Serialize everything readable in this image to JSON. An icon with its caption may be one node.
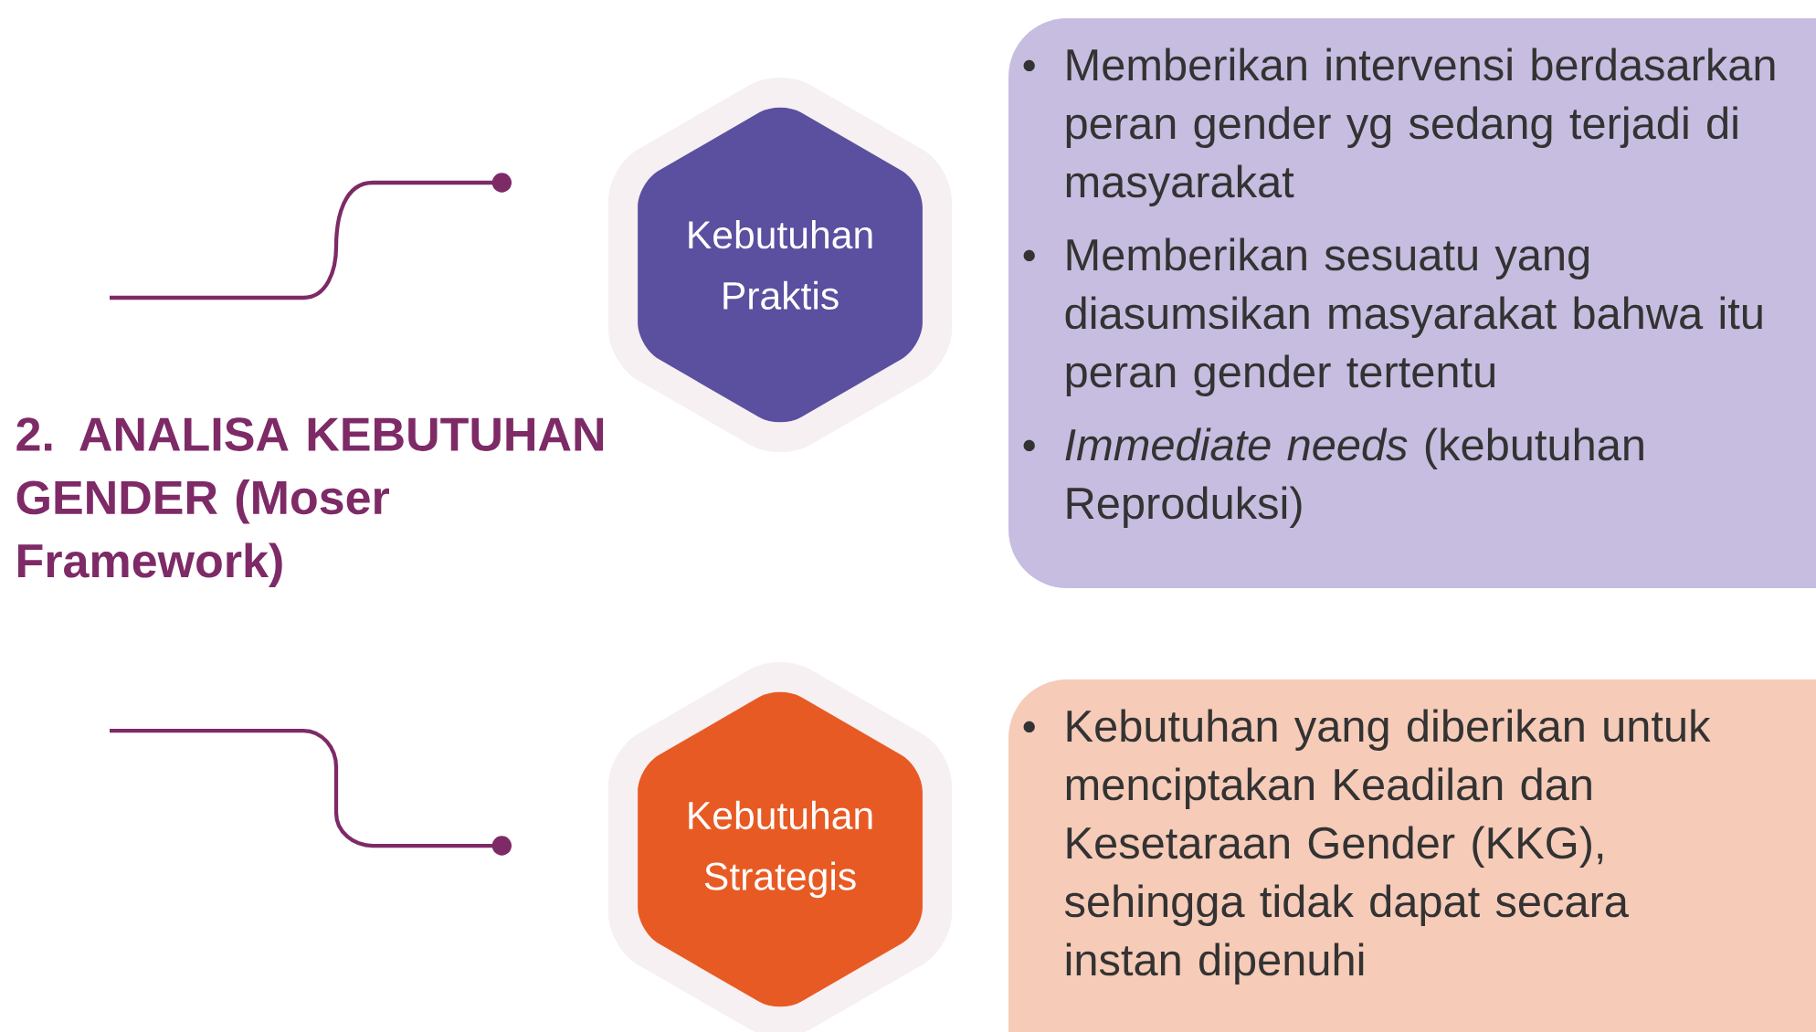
{
  "diagram": {
    "nodes": [
      {
        "text": [
          "2. ANALISA KEBUTUHAN GENDER (Moser Framework)"
        ]
      },
      {
        "text": [
          "Kebutuhan Praktis"
        ]
      },
      {
        "text": [
          "Memberikan intervensi berdasarkan peran gender yg sedang terjadi di masyarakat",
          "Memberikan sesuatu yang diasumsikan masyarakat bahwa itu peran gender tertentu",
          "*Immediate needs* (kebutuhan Reproduksi)"
        ]
      },
      {
        "text": [
          "Kebutuhan Strategis"
        ]
      },
      {
        "text": [
          "Kebutuhan yang diberikan untuk menciptakan Keadilan dan Kesetaraan Gender (KKG), sehingga tidak dapat secara instan dipenuhi"
        ]
      }
    ],
    "edges": [
      {
        "from": null,
        "to": 1,
        "arrow": "other"
      },
      {
        "from": null,
        "to": 3,
        "arrow": "other"
      }
    ]
  }
}
